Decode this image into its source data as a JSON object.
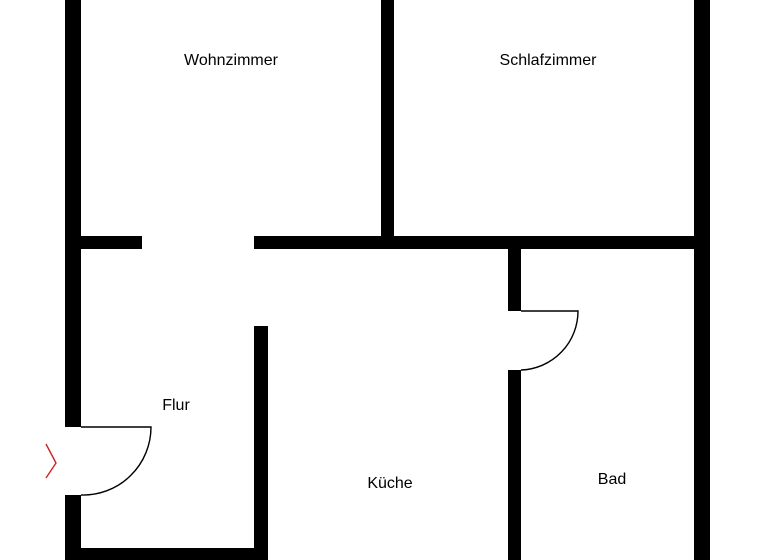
{
  "rooms": {
    "living_room": "Wohnzimmer",
    "bedroom": "Schlafzimmer",
    "hallway": "Flur",
    "kitchen": "Küche",
    "bathroom": "Bad"
  },
  "colors": {
    "wall": "#000000",
    "door": "#000000",
    "entrance_marker": "#cc2222",
    "text": "#000000",
    "background": "#ffffff"
  }
}
